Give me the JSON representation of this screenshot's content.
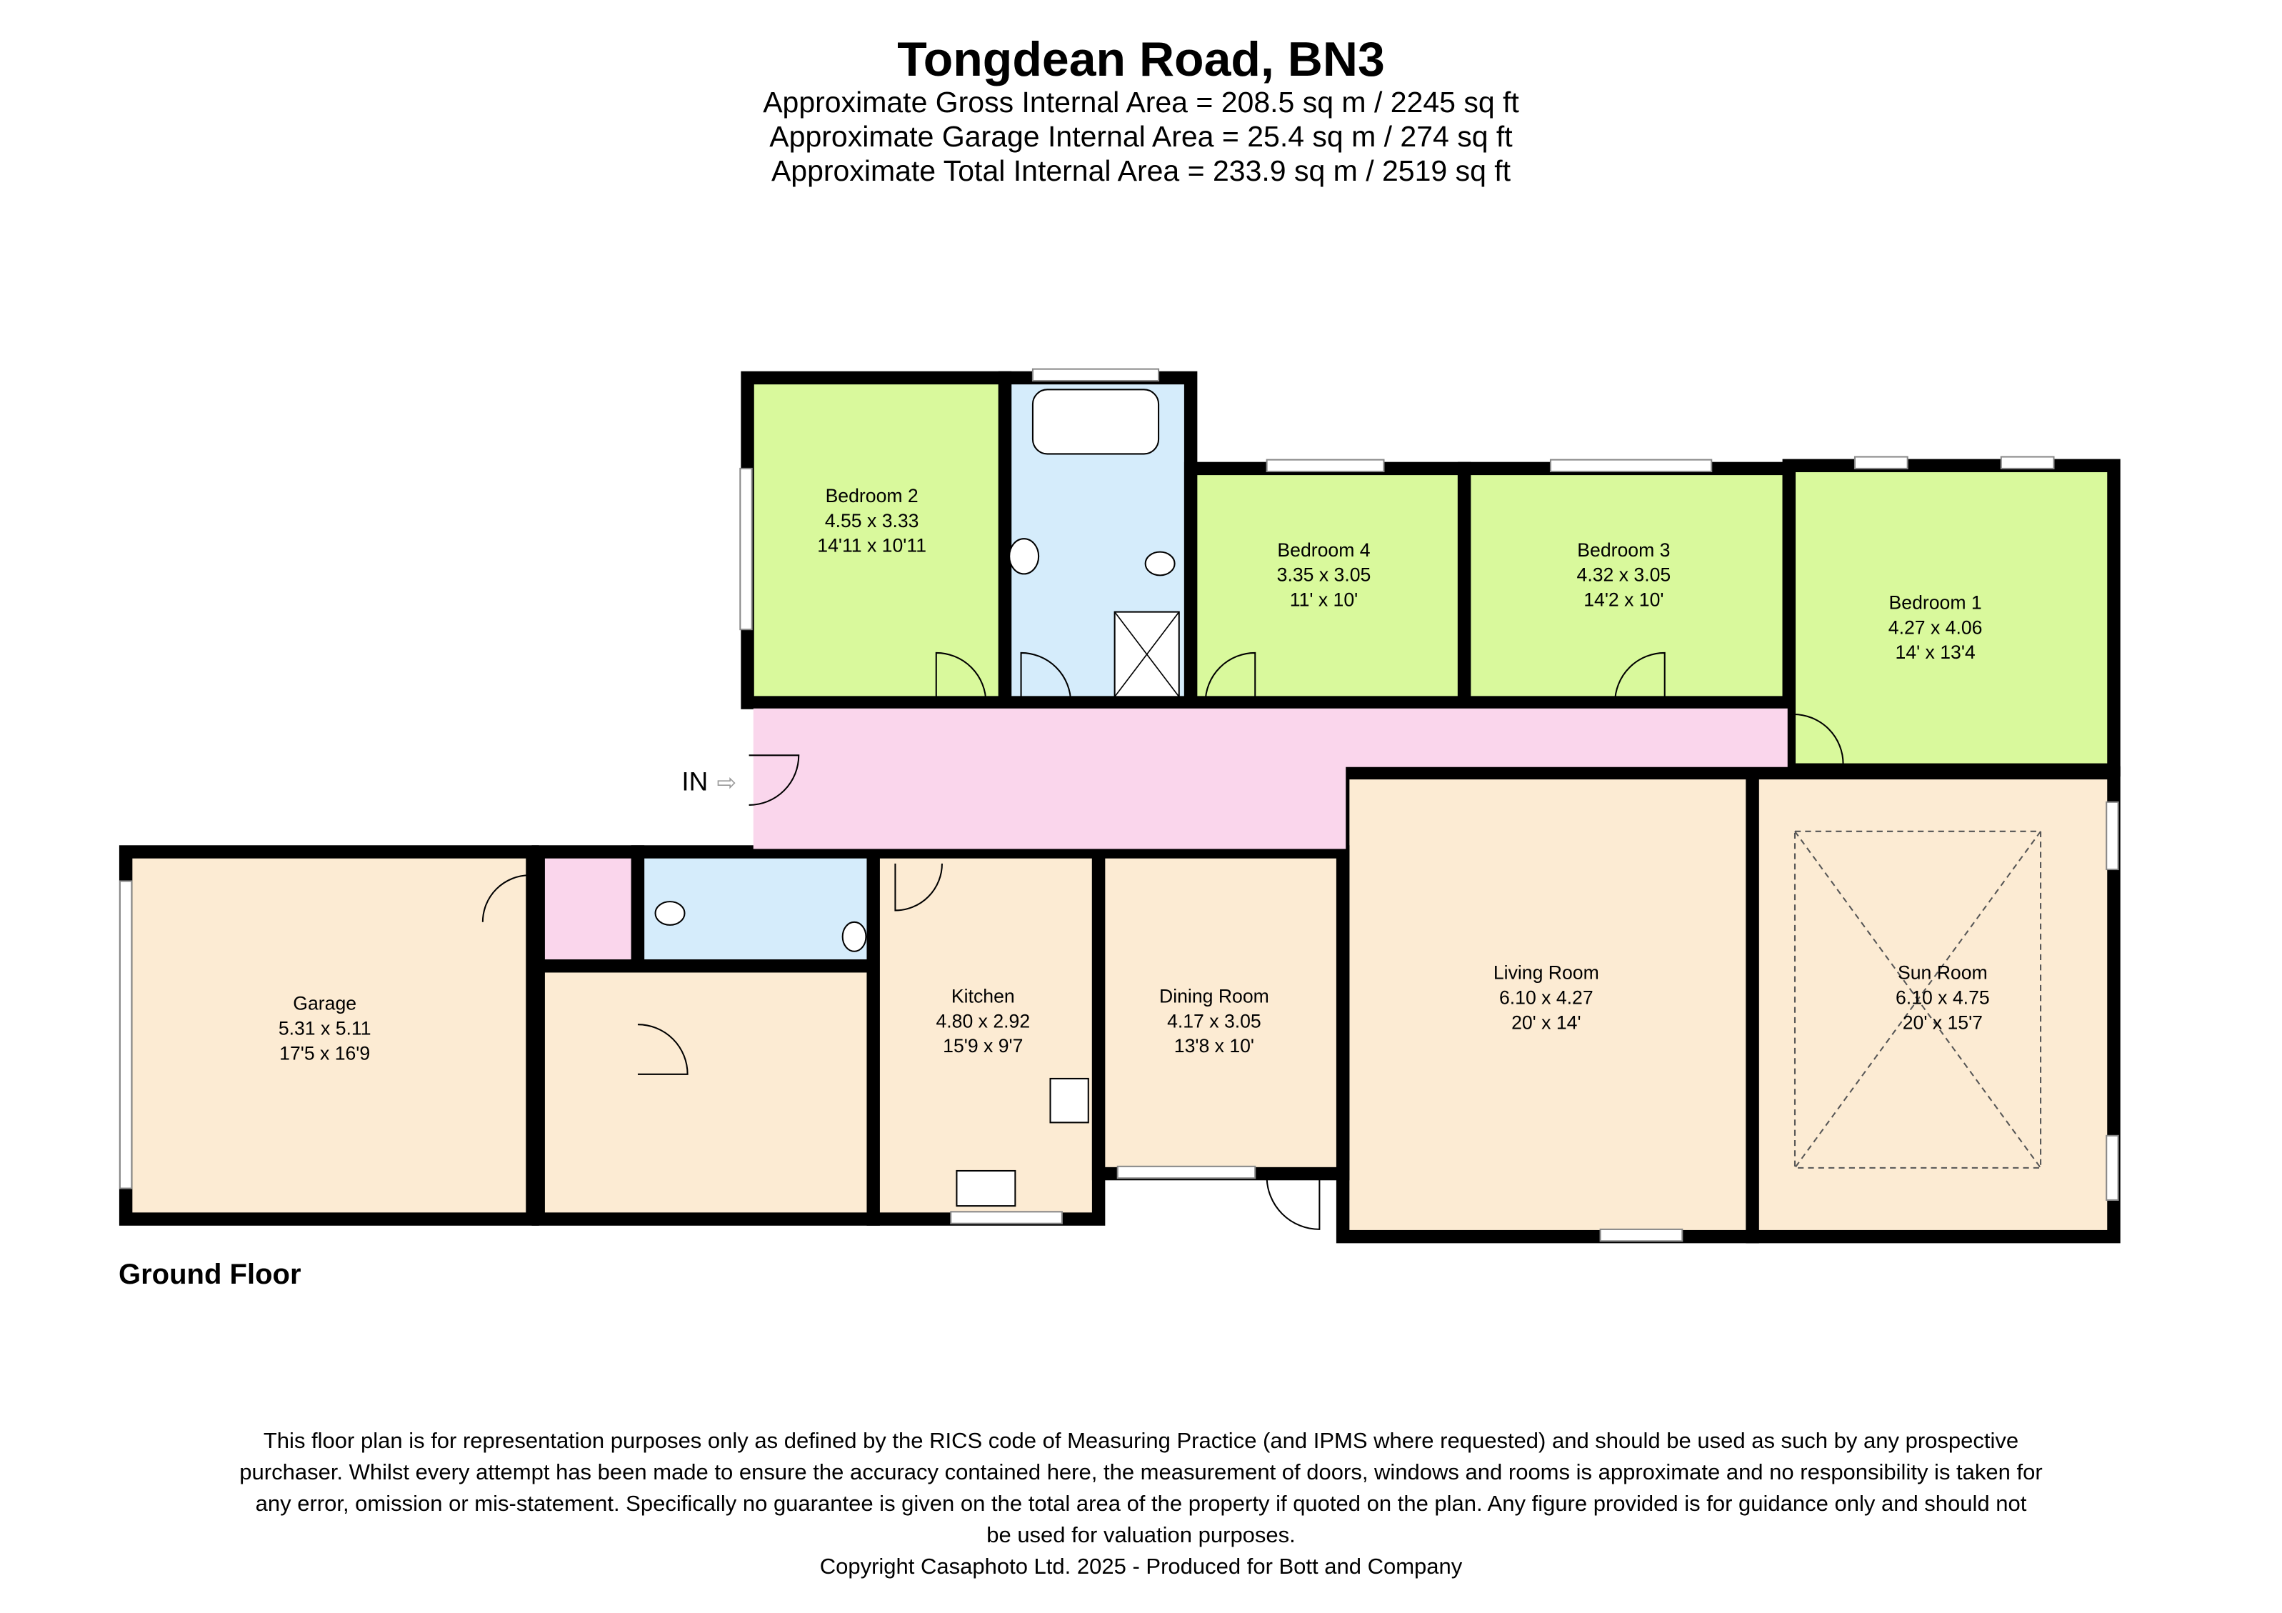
{
  "header": {
    "title": "Tongdean Road, BN3",
    "areas": [
      "Approximate Gross Internal Area = 208.5 sq m / 2245 sq ft",
      "Approximate Garage Internal Area = 25.4 sq m / 274 sq ft",
      "Approximate Total Internal Area = 233.9 sq m / 2519 sq ft"
    ]
  },
  "floor_label": "Ground Floor",
  "entrance_label": "IN",
  "colors": {
    "bedroom": "#d9f99c",
    "bathroom": "#d5ecfb",
    "hall": "#fad6ec",
    "living": "#fcebd3",
    "wall": "#000000"
  },
  "rooms": [
    {
      "name": "Bedroom 2",
      "metric": "4.55 x 3.33",
      "imperial": "14'11 x 10'11"
    },
    {
      "name": "Bedroom 4",
      "metric": "3.35 x 3.05",
      "imperial": "11' x 10'"
    },
    {
      "name": "Bedroom 3",
      "metric": "4.32 x 3.05",
      "imperial": "14'2 x 10'"
    },
    {
      "name": "Bedroom 1",
      "metric": "4.27 x 4.06",
      "imperial": "14' x 13'4"
    },
    {
      "name": "Garage",
      "metric": "5.31 x 5.11",
      "imperial": "17'5 x 16'9"
    },
    {
      "name": "Kitchen",
      "metric": "4.80 x 2.92",
      "imperial": "15'9 x 9'7"
    },
    {
      "name": "Dining Room",
      "metric": "4.17 x 3.05",
      "imperial": "13'8 x 10'"
    },
    {
      "name": "Living Room",
      "metric": "6.10 x 4.27",
      "imperial": "20' x 14'"
    },
    {
      "name": "Sun Room",
      "metric": "6.10 x 4.75",
      "imperial": "20' x 15'7"
    }
  ],
  "disclaimer": [
    "This floor plan is for representation purposes only as defined by the RICS code of Measuring Practice (and IPMS where requested) and should be used as such by any prospective",
    "purchaser. Whilst every attempt has been made to ensure the accuracy contained here, the measurement of doors, windows and rooms is approximate and no responsibility is taken for",
    "any error, omission or mis-statement. Specifically no guarantee is given on the total area of the property if quoted on the plan. Any figure provided is for guidance only and should not",
    "be used for valuation purposes.",
    "Copyright Casaphoto Ltd. 2025 - Produced for Bott and Company"
  ]
}
